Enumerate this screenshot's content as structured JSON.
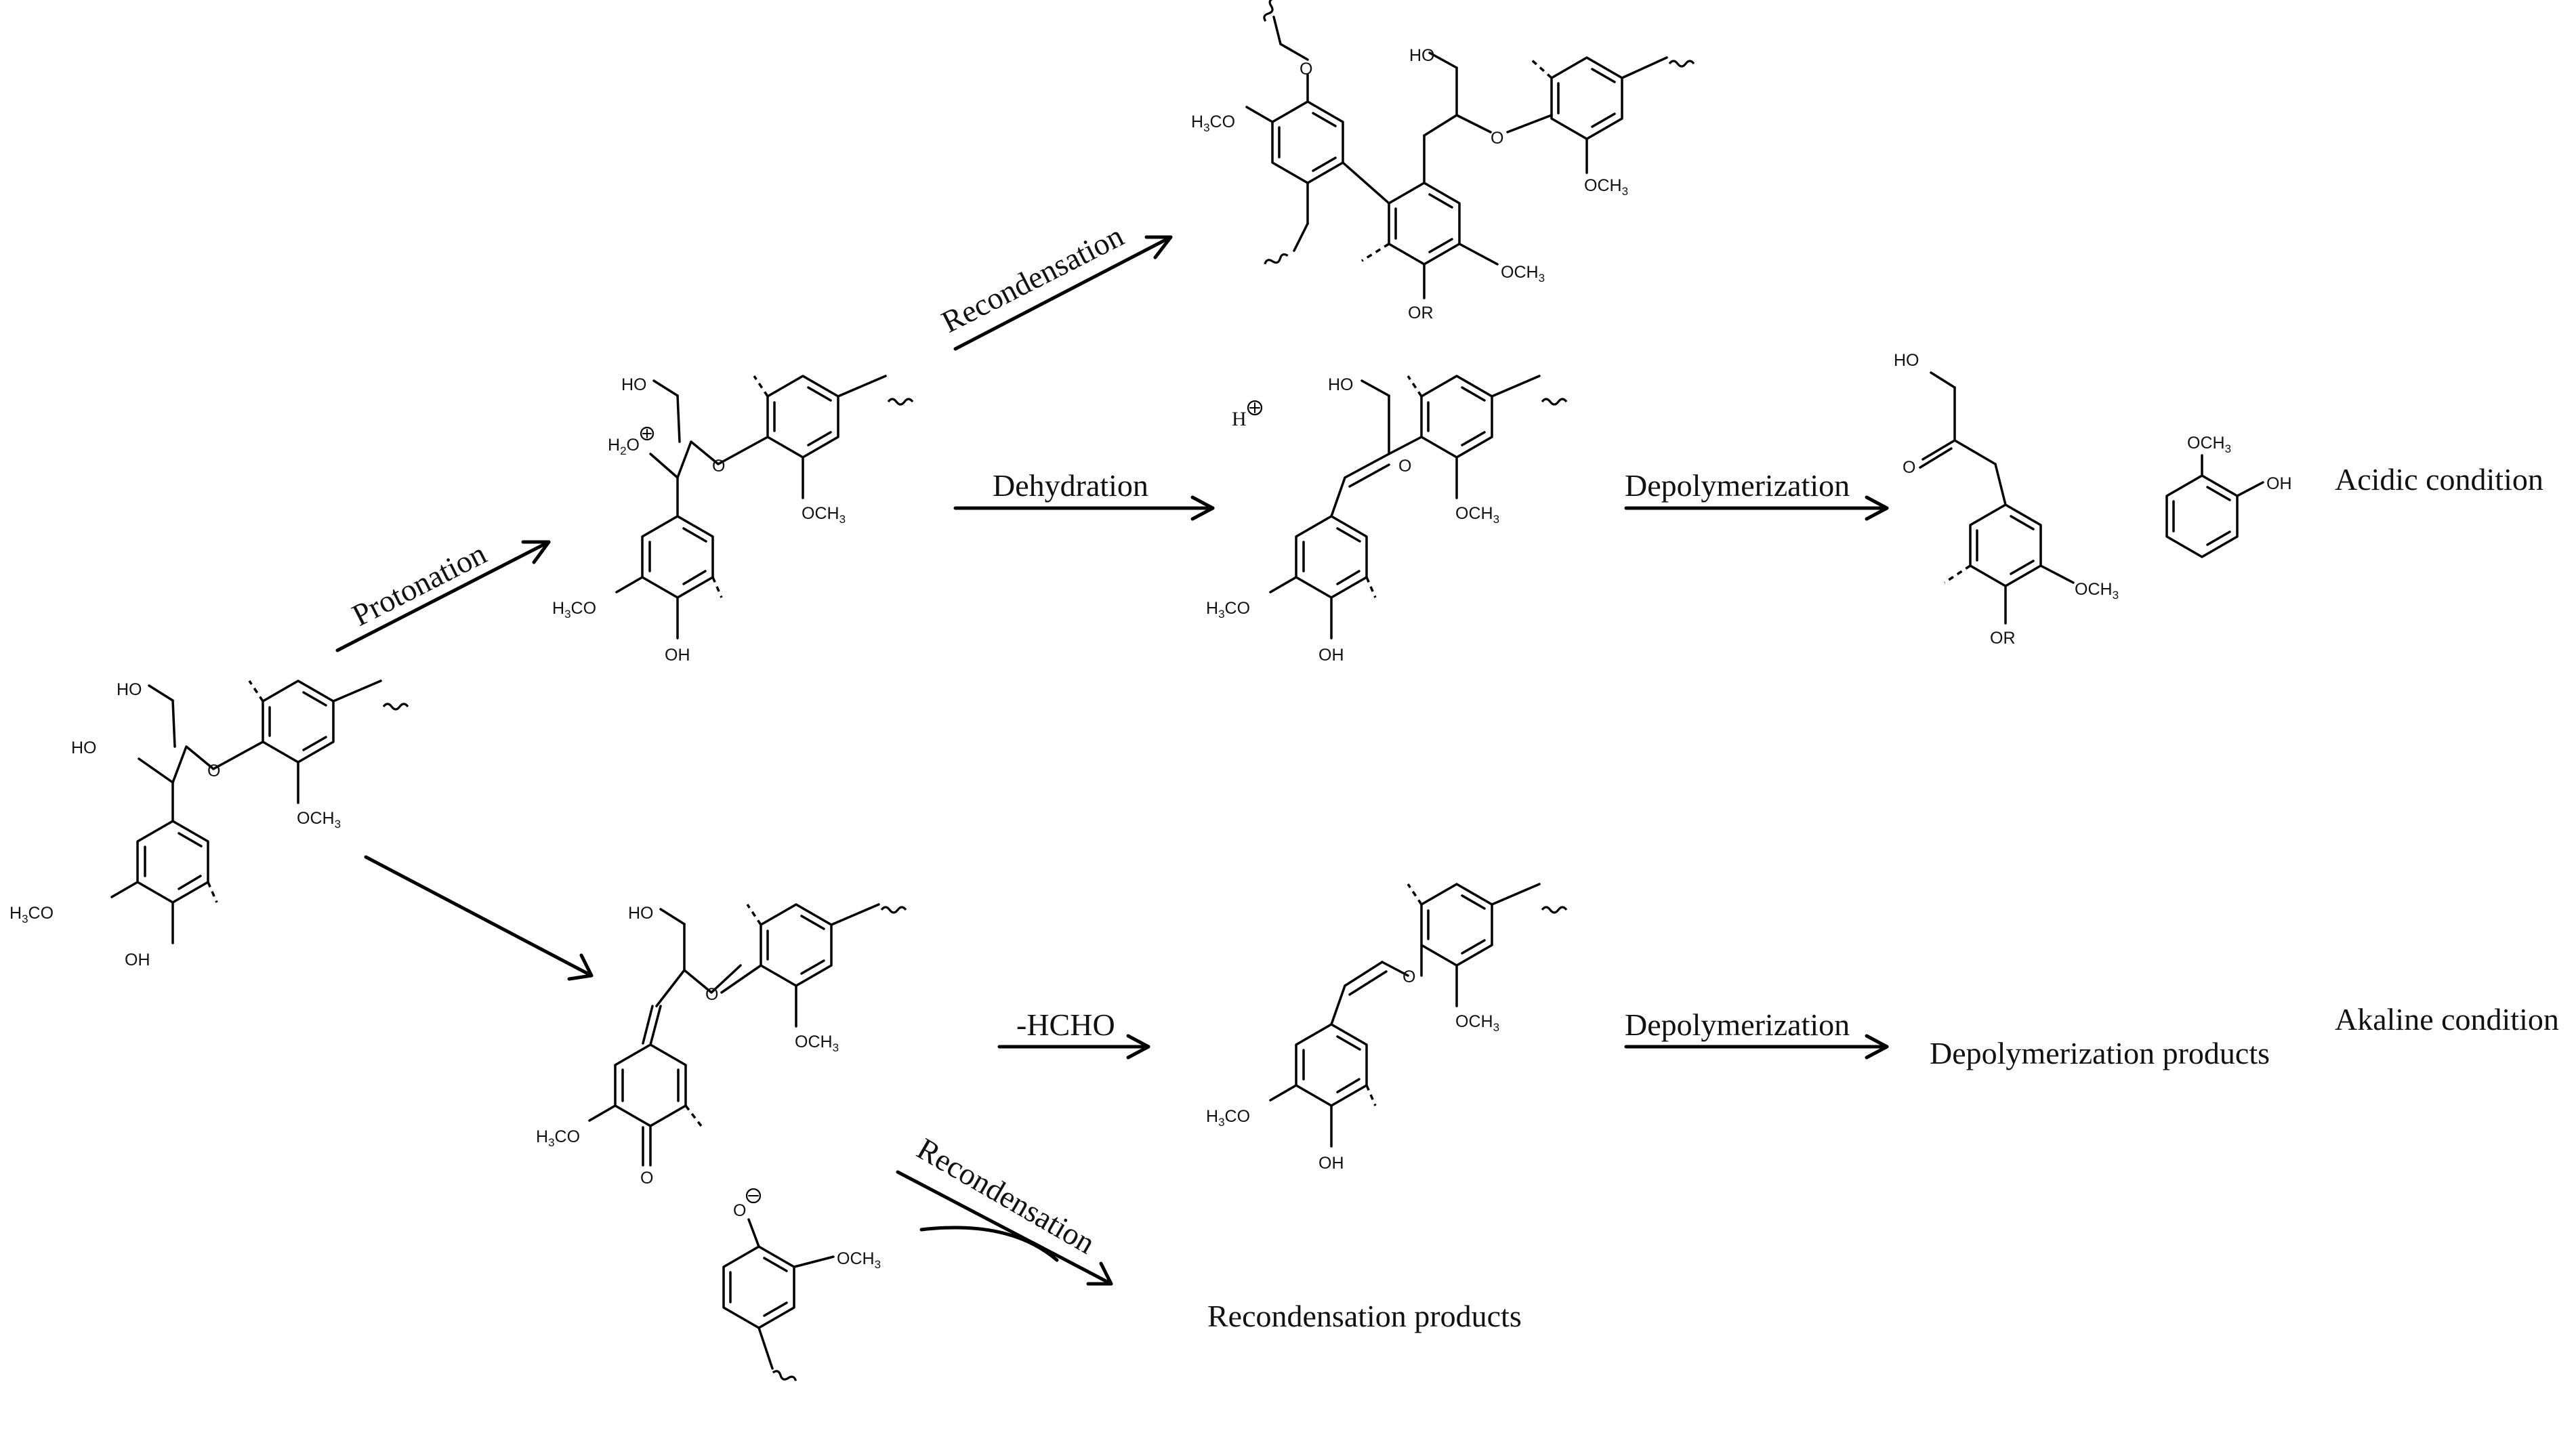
{
  "steps": {
    "protonation": "Protonation",
    "dehydration": "Dehydration",
    "recondensation_acidic": "Recondensation",
    "depolymerization_acidic": "Depolymerization",
    "minus_hcho": "-HCHO",
    "depolymerization_alkaline": "Depolymerization",
    "recondensation_alkaline": "Recondensation"
  },
  "products": {
    "depolymerization_products": "Depolymerization products",
    "recondensation_products": "Recondensation products"
  },
  "conditions": {
    "acidic": "Acidic condition",
    "alkaline": "Akaline condition"
  },
  "proton": "H",
  "atoms": {
    "ho": "HO",
    "oh": "OH",
    "o": "O",
    "or": "OR",
    "och3": "OCH",
    "h3co": "H",
    "h3co_tail": "CO",
    "h2o": "H",
    "h2o_tail": "O",
    "sub3": "3",
    "sub2": "2"
  }
}
